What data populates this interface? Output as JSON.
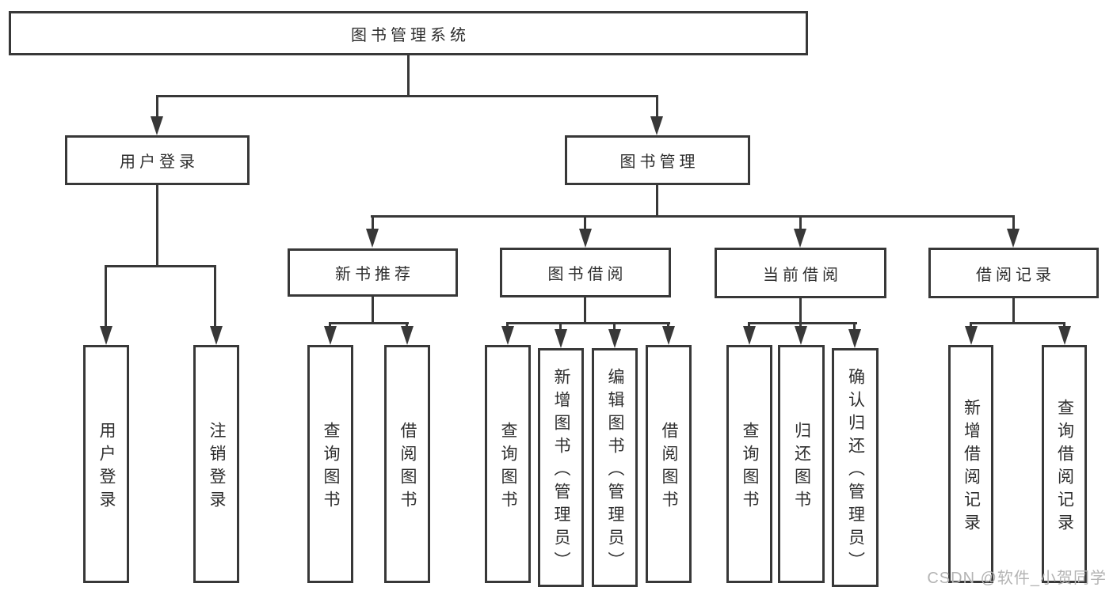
{
  "diagram": {
    "root_label": "图书管理系统",
    "user_login": {
      "label": "用户登录",
      "children": [
        "用户登录",
        "注销登录"
      ]
    },
    "book_management": {
      "label": "图书管理",
      "sections": {
        "new_book_recommendation": {
          "label": "新书推荐",
          "children": [
            "查询图书",
            "借阅图书"
          ]
        },
        "book_borrowing": {
          "label": "图书借阅",
          "children": [
            "查询图书",
            "新增图书（管理员）",
            "编辑图书（管理员）",
            "借阅图书"
          ]
        },
        "current_borrowing": {
          "label": "当前借阅",
          "children": [
            "查询图书",
            "归还图书",
            "确认归还（管理员）"
          ]
        },
        "borrowing_records": {
          "label": "借阅记录",
          "children": [
            "新增借阅记录",
            "查询借阅记录"
          ]
        }
      }
    }
  },
  "watermark": {
    "text": "CSDN @软件_小贺同学"
  },
  "colors": {
    "line": "#383838",
    "text": "#2e2e2e",
    "watermark": "#b4b4b4",
    "background": "#ffffff"
  }
}
